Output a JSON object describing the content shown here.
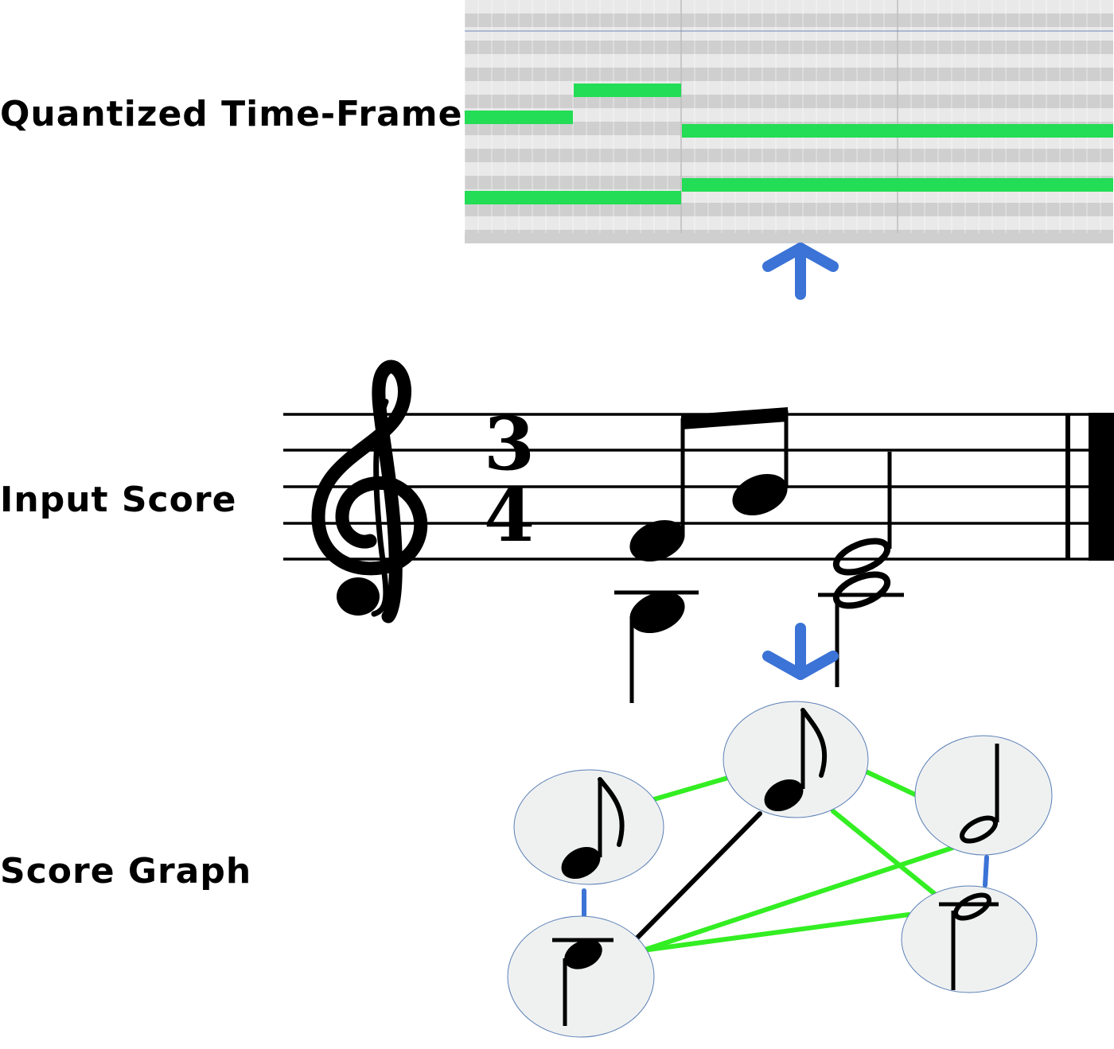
{
  "labels": {
    "frames": "Quantized Time-Frames",
    "score": "Input Score",
    "graph": "Score Graph"
  },
  "time_signature": {
    "top": "3",
    "bottom": "4"
  },
  "colors": {
    "note_bar": "#22dd55",
    "grid_bg": "#e8e8e8",
    "grid_band": "#cfcfcf",
    "arrow": "#3b73d6",
    "edge_onset": "#33ee22",
    "edge_consecutive": "#000000",
    "edge_vertical": "#3b73d6",
    "node_fill": "#eff1f1"
  },
  "icons": {
    "up_arrow": "arrow-up-icon",
    "down_arrow": "arrow-down-icon",
    "treble_clef": "treble-clef-icon"
  }
}
